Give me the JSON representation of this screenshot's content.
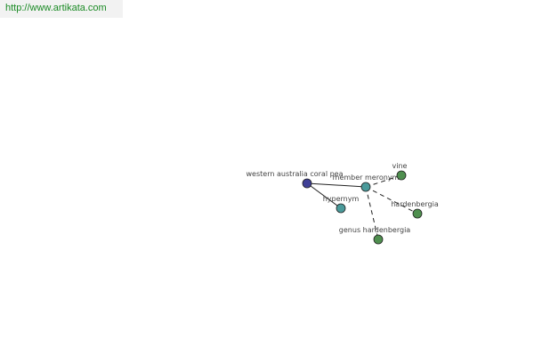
{
  "header": {
    "url": "http://www.artikata.com"
  },
  "diagram": {
    "nodes": [
      {
        "id": "western-australia-coral-pea",
        "label": "western australia coral pea",
        "color": "#3f3f96"
      },
      {
        "id": "member-meronym",
        "label": "member meronym",
        "color": "#4a9a9a"
      },
      {
        "id": "hypernym",
        "label": "hypernym",
        "color": "#4a9a9a"
      },
      {
        "id": "vine",
        "label": "vine",
        "color": "#4f8f4f"
      },
      {
        "id": "hardenbergia",
        "label": "hardenbergia",
        "color": "#4f8f4f"
      },
      {
        "id": "genus-hardenbergia",
        "label": "genus hardenbergia",
        "color": "#4f8f4f"
      }
    ],
    "edges": [
      {
        "from": "western-australia-coral-pea",
        "to": "member-meronym",
        "style": "solid"
      },
      {
        "from": "western-australia-coral-pea",
        "to": "hypernym",
        "style": "solid"
      },
      {
        "from": "member-meronym",
        "to": "vine",
        "style": "dashed"
      },
      {
        "from": "member-meronym",
        "to": "hardenbergia",
        "style": "dashed"
      },
      {
        "from": "member-meronym",
        "to": "genus-hardenbergia",
        "style": "dashed"
      }
    ]
  }
}
